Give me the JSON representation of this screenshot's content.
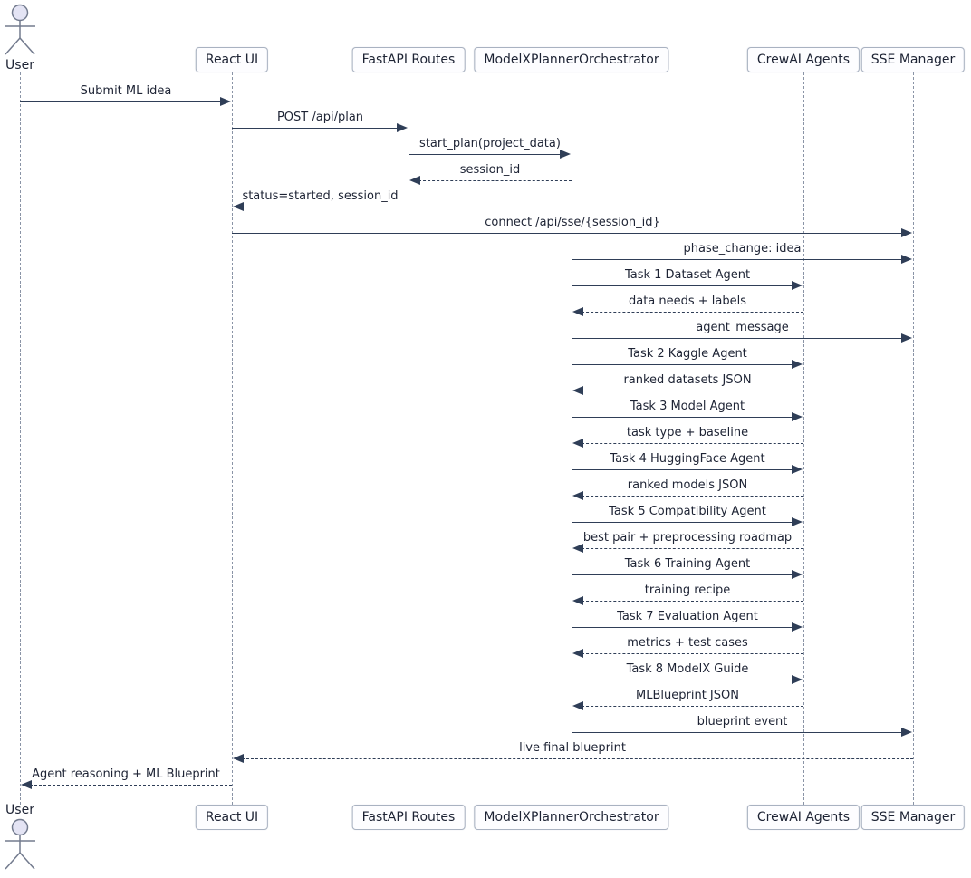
{
  "diagram": {
    "type": "sequence-diagram",
    "colors": {
      "arrow": "#2f3e57",
      "lifeline": "#8a94a6",
      "box_border": "#a9b2c1",
      "box_fill": "#fdfdff",
      "actor_head_fill": "#e4e4f4",
      "actor_stroke": "#737b8e",
      "text": "#1d2334",
      "background": "#ffffff"
    },
    "participants": [
      {
        "id": "user",
        "label": "User",
        "kind": "actor"
      },
      {
        "id": "react-ui",
        "label": "React UI",
        "kind": "participant"
      },
      {
        "id": "fastapi-routes",
        "label": "FastAPI Routes",
        "kind": "participant"
      },
      {
        "id": "orchestrator",
        "label": "ModelXPlannerOrchestrator",
        "kind": "participant"
      },
      {
        "id": "crewai-agents",
        "label": "CrewAI Agents",
        "kind": "participant"
      },
      {
        "id": "sse-manager",
        "label": "SSE Manager",
        "kind": "participant"
      }
    ],
    "messages": [
      {
        "from": "user",
        "to": "react-ui",
        "label": "Submit ML idea",
        "style": "solid"
      },
      {
        "from": "react-ui",
        "to": "fastapi-routes",
        "label": "POST /api/plan",
        "style": "solid"
      },
      {
        "from": "fastapi-routes",
        "to": "orchestrator",
        "label": "start_plan(project_data)",
        "style": "solid"
      },
      {
        "from": "orchestrator",
        "to": "fastapi-routes",
        "label": "session_id",
        "style": "dashed"
      },
      {
        "from": "fastapi-routes",
        "to": "react-ui",
        "label": "status=started, session_id",
        "style": "dashed"
      },
      {
        "from": "react-ui",
        "to": "sse-manager",
        "label": "connect /api/sse/{session_id}",
        "style": "solid"
      },
      {
        "from": "orchestrator",
        "to": "sse-manager",
        "label": "phase_change: idea",
        "style": "solid"
      },
      {
        "from": "orchestrator",
        "to": "crewai-agents",
        "label": "Task 1 Dataset Agent",
        "style": "solid"
      },
      {
        "from": "crewai-agents",
        "to": "orchestrator",
        "label": "data needs + labels",
        "style": "dashed"
      },
      {
        "from": "orchestrator",
        "to": "sse-manager",
        "label": "agent_message",
        "style": "solid"
      },
      {
        "from": "orchestrator",
        "to": "crewai-agents",
        "label": "Task 2 Kaggle Agent",
        "style": "solid"
      },
      {
        "from": "crewai-agents",
        "to": "orchestrator",
        "label": "ranked datasets JSON",
        "style": "dashed"
      },
      {
        "from": "orchestrator",
        "to": "crewai-agents",
        "label": "Task 3 Model Agent",
        "style": "solid"
      },
      {
        "from": "crewai-agents",
        "to": "orchestrator",
        "label": "task type + baseline",
        "style": "dashed"
      },
      {
        "from": "orchestrator",
        "to": "crewai-agents",
        "label": "Task 4 HuggingFace Agent",
        "style": "solid"
      },
      {
        "from": "crewai-agents",
        "to": "orchestrator",
        "label": "ranked models JSON",
        "style": "dashed"
      },
      {
        "from": "orchestrator",
        "to": "crewai-agents",
        "label": "Task 5 Compatibility Agent",
        "style": "solid"
      },
      {
        "from": "crewai-agents",
        "to": "orchestrator",
        "label": "best pair + preprocessing roadmap",
        "style": "dashed"
      },
      {
        "from": "orchestrator",
        "to": "crewai-agents",
        "label": "Task 6 Training Agent",
        "style": "solid"
      },
      {
        "from": "crewai-agents",
        "to": "orchestrator",
        "label": "training recipe",
        "style": "dashed"
      },
      {
        "from": "orchestrator",
        "to": "crewai-agents",
        "label": "Task 7 Evaluation Agent",
        "style": "solid"
      },
      {
        "from": "crewai-agents",
        "to": "orchestrator",
        "label": "metrics + test cases",
        "style": "dashed"
      },
      {
        "from": "orchestrator",
        "to": "crewai-agents",
        "label": "Task 8 ModelX Guide",
        "style": "solid"
      },
      {
        "from": "crewai-agents",
        "to": "orchestrator",
        "label": "MLBlueprint JSON",
        "style": "dashed"
      },
      {
        "from": "orchestrator",
        "to": "sse-manager",
        "label": "blueprint event",
        "style": "solid"
      },
      {
        "from": "sse-manager",
        "to": "react-ui",
        "label": "live final blueprint",
        "style": "dashed"
      },
      {
        "from": "react-ui",
        "to": "user",
        "label": "Agent reasoning + ML Blueprint",
        "style": "dashed"
      }
    ]
  }
}
